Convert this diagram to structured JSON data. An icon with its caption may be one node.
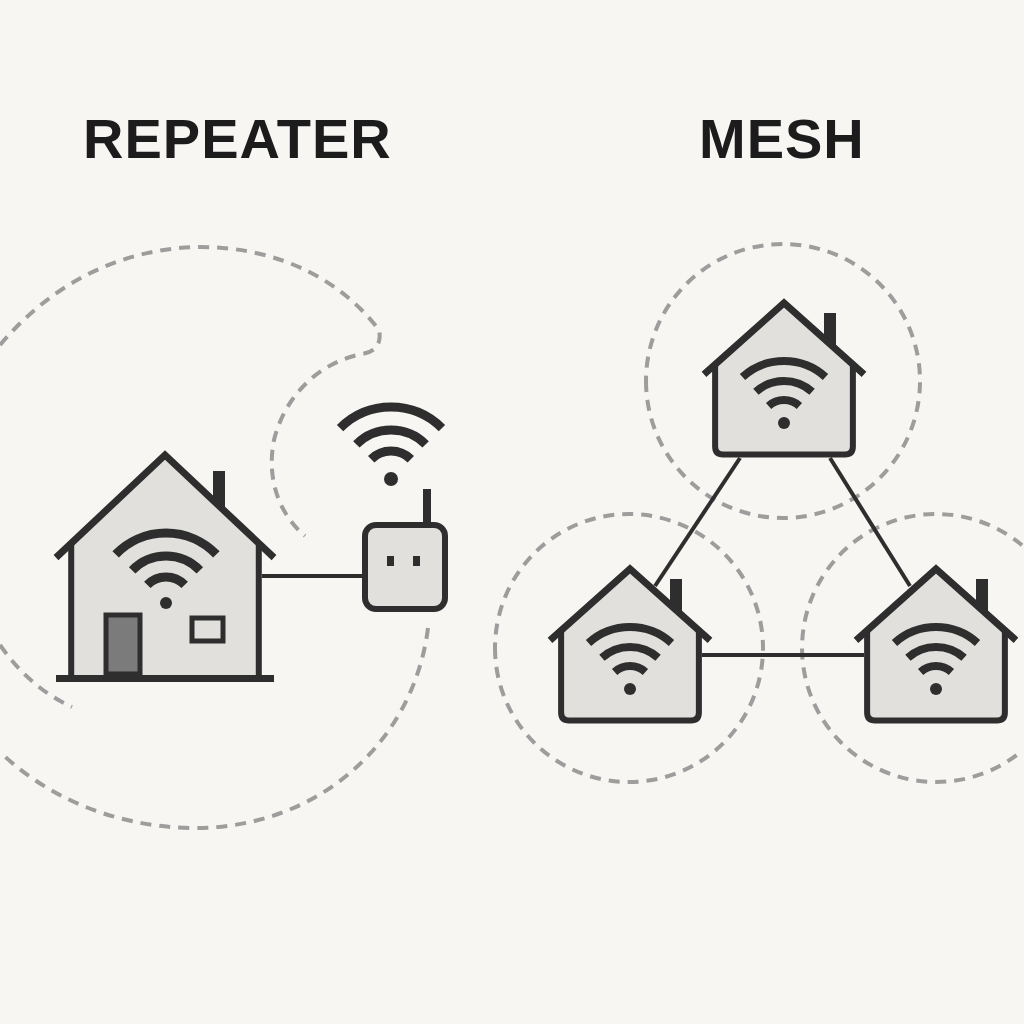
{
  "diagram": {
    "nodes": [
      {
        "text": [],
        "shape": "picture"
      },
      {
        "text": [],
        "shape": "picture"
      },
      {
        "text": [],
        "shape": "picture"
      },
      {
        "text": [],
        "shape": "picture"
      },
      {
        "text": [],
        "shape": "picture"
      }
    ],
    "edges": [
      {
        "from": 0,
        "to": 1,
        "arrow": "none"
      },
      {
        "from": 2,
        "to": 3,
        "arrow": "none"
      },
      {
        "from": 2,
        "to": 4,
        "arrow": "none"
      },
      {
        "from": 3,
        "to": 4,
        "arrow": "none"
      }
    ],
    "labels": [
      "REPEATER",
      "MESH"
    ]
  }
}
